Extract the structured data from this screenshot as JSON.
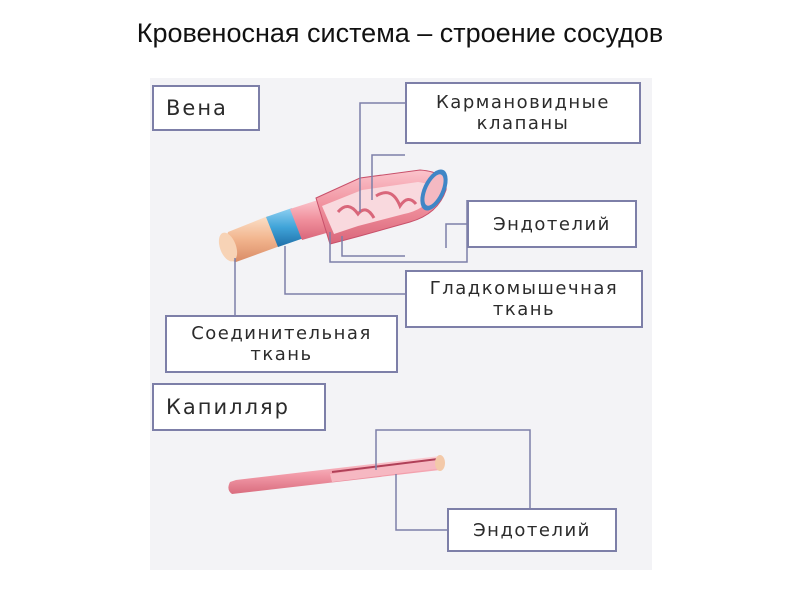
{
  "title": "Кровеносная система – строение сосудов",
  "vein": {
    "heading": "Вена",
    "valves_line1": "Кармановидные",
    "valves_line2": "клапаны",
    "endothelium": "Эндотелий",
    "smooth_line1": "Гладкомышечная",
    "smooth_line2": "ткань",
    "connective_line1": "Соединительная",
    "connective_line2": "ткань"
  },
  "capillary": {
    "heading": "Капилляр",
    "endothelium": "Эндотелий"
  },
  "colors": {
    "box_border": "#7d7fa8",
    "leader_line": "#7d7fa8",
    "vessel_pink": "#f08f9c",
    "vessel_outer": "#f6c6a2",
    "muscle_blue": "#3fa3d8"
  }
}
